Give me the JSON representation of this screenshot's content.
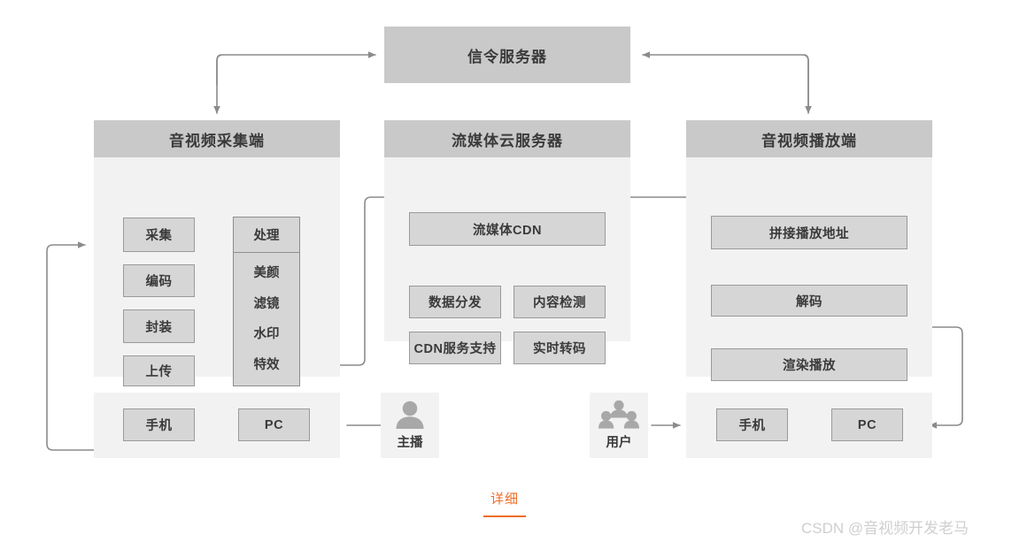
{
  "diagram": {
    "signaling": {
      "title": "信令服务器"
    },
    "capture": {
      "title": "音视频采集端",
      "nodes": {
        "collect": "采集",
        "encode": "编码",
        "mux": "封装",
        "upload": "上传"
      },
      "process": {
        "head": "处理",
        "items": [
          "美颜",
          "滤镜",
          "水印",
          "特效"
        ]
      },
      "devices": {
        "phone": "手机",
        "pc": "PC"
      }
    },
    "cloud": {
      "title": "流媒体云服务器",
      "cdn": "流媒体CDN",
      "features": [
        "数据分发",
        "内容检测",
        "CDN服务支持",
        "实时转码"
      ]
    },
    "player": {
      "title": "音视频播放端",
      "nodes": {
        "url": "拼接播放地址",
        "decode": "解码",
        "render": "渲染播放"
      },
      "devices": {
        "phone": "手机",
        "pc": "PC"
      }
    },
    "actors": {
      "anchor": {
        "label": "主播",
        "icon": "single-person-icon"
      },
      "audience": {
        "label": "用户",
        "icon": "group-people-icon"
      }
    }
  },
  "footer": {
    "detail_link": "详细",
    "watermark": "CSDN @音视频开发老马"
  },
  "colors": {
    "panel_header": "#c9c9c9",
    "panel_body": "#f2f2f2",
    "node_fill": "#d6d6d6",
    "node_border": "#9a9a9a",
    "wire": "#8b8b8b",
    "accent": "#ef6c27",
    "text": "#3a3a3a",
    "watermark": "#cfcfcf"
  }
}
